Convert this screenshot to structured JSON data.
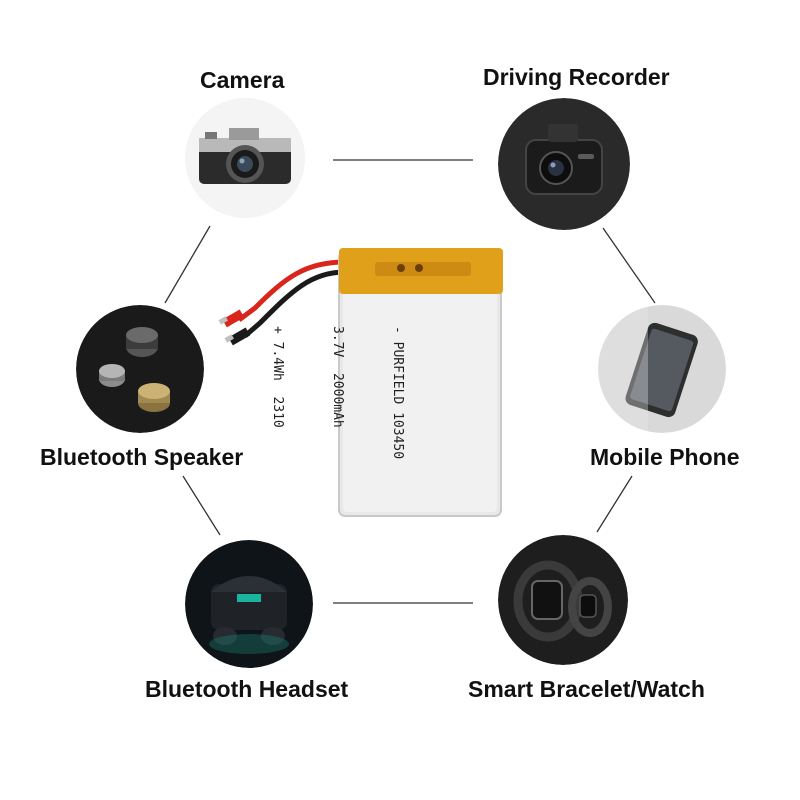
{
  "applications": {
    "camera": "Camera",
    "driving_recorder": "Driving Recorder",
    "bluetooth_speaker": "Bluetooth Speaker",
    "mobile_phone": "Mobile Phone",
    "bluetooth_headset": "Bluetooth Headset",
    "smart_bracelet_watch": "Smart Bracelet/Watch"
  },
  "battery": {
    "line_1": "- PURFIELD 103450",
    "line_2": "3.7V  2000mAh",
    "line_3": "+ 7.4Wh  2310"
  },
  "colors": {
    "label": "#111111",
    "connector": "#333333",
    "battery_tape": "#e0a019",
    "battery_body": "#e8e8e8",
    "wire_red": "#d9261c",
    "wire_black": "#1a1a1a"
  }
}
